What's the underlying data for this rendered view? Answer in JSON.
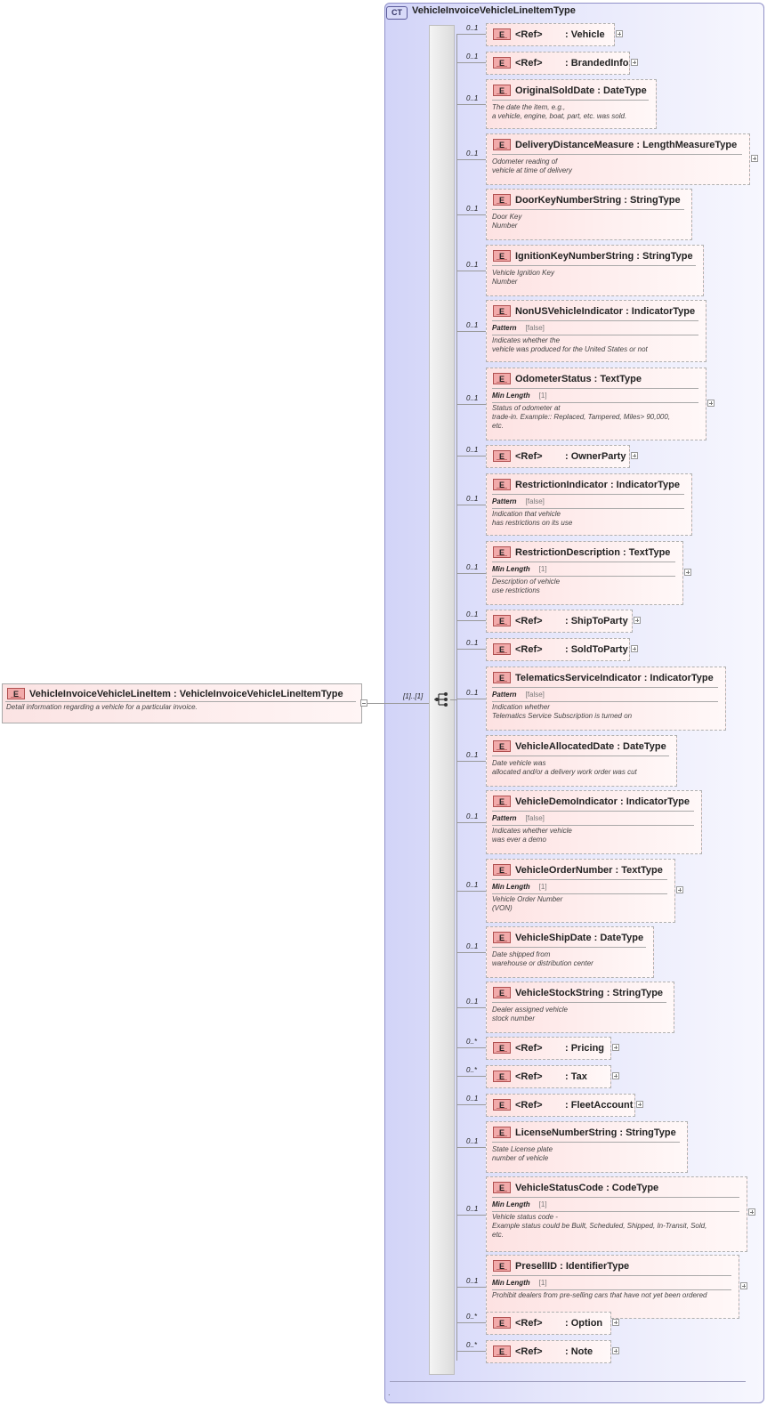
{
  "complex_type": {
    "badge": "CT",
    "name": "VehicleInvoiceVehicleLineItemType"
  },
  "root": {
    "badge": "E",
    "title": "VehicleInvoiceVehicleLineItem : VehicleInvoiceVehicleLineItemType",
    "doc": "Detail information regarding a vehicle for a particular invoice.",
    "multiplicity": "[1]..[1]"
  },
  "footer_dot": ".",
  "elements": [
    {
      "badge": "E",
      "kind": "ref",
      "ref": "<Ref>",
      "name": ": Vehicle",
      "mult": "0..1"
    },
    {
      "badge": "E",
      "kind": "ref",
      "ref": "<Ref>",
      "name": ": BrandedInfo",
      "mult": "0..1"
    },
    {
      "badge": "E",
      "kind": "elem",
      "name": "OriginalSoldDate : DateType",
      "doc": "The date the item, e.g.,\na vehicle, engine, boat, part, etc. was sold.",
      "mult": "0..1"
    },
    {
      "badge": "E",
      "kind": "elem",
      "name": "DeliveryDistanceMeasure : LengthMeasureType",
      "doc": "Odometer reading of\nvehicle at time of delivery",
      "mult": "0..1"
    },
    {
      "badge": "E",
      "kind": "elem",
      "name": "DoorKeyNumberString : StringType",
      "doc": "Door Key\nNumber",
      "mult": "0..1"
    },
    {
      "badge": "E",
      "kind": "elem",
      "name": "IgnitionKeyNumberString : StringType",
      "doc": "Vehicle Ignition Key\nNumber",
      "mult": "0..1"
    },
    {
      "badge": "E",
      "kind": "facet",
      "name": "NonUSVehicleIndicator : IndicatorType",
      "facet": "Pattern",
      "facet_value": "[false]",
      "doc": "Indicates whether the\nvehicle was produced for the United States or not",
      "mult": "0..1"
    },
    {
      "badge": "E",
      "kind": "facet",
      "name": "OdometerStatus : TextType",
      "facet": "Min Length",
      "facet_value": "[1]",
      "doc": "Status of odometer at\n    trade-in. Example:: Replaced, Tampered, Miles> 90,000,\netc.",
      "mult": "0..1"
    },
    {
      "badge": "E",
      "kind": "ref",
      "ref": "<Ref>",
      "name": ": OwnerParty",
      "mult": "0..1"
    },
    {
      "badge": "E",
      "kind": "facet",
      "name": "RestrictionIndicator : IndicatorType",
      "facet": "Pattern",
      "facet_value": "[false]",
      "doc": "Indication that vehicle\nhas restrictions on its use",
      "mult": "0..1"
    },
    {
      "badge": "E",
      "kind": "facet",
      "name": "RestrictionDescription : TextType",
      "facet": "Min Length",
      "facet_value": "[1]",
      "doc": "Description of vehicle\nuse restrictions",
      "mult": "0..1"
    },
    {
      "badge": "E",
      "kind": "ref",
      "ref": "<Ref>",
      "name": ": ShipToParty",
      "mult": "0..1"
    },
    {
      "badge": "E",
      "kind": "ref",
      "ref": "<Ref>",
      "name": ": SoldToParty",
      "mult": "0..1"
    },
    {
      "badge": "E",
      "kind": "facet",
      "name": "TelematicsServiceIndicator : IndicatorType",
      "facet": "Pattern",
      "facet_value": "[false]",
      "doc": "Indication whether\nTelematics Service Subscription is turned on",
      "mult": "0..1"
    },
    {
      "badge": "E",
      "kind": "elem",
      "name": "VehicleAllocatedDate : DateType",
      "doc": "Date vehicle was\nallocated and/or a delivery work order was cut",
      "mult": "0..1"
    },
    {
      "badge": "E",
      "kind": "facet",
      "name": "VehicleDemoIndicator : IndicatorType",
      "facet": "Pattern",
      "facet_value": "[false]",
      "doc": "Indicates whether vehicle\nwas ever a demo",
      "mult": "0..1"
    },
    {
      "badge": "E",
      "kind": "facet",
      "name": "VehicleOrderNumber : TextType",
      "facet": "Min Length",
      "facet_value": "[1]",
      "doc": "Vehicle Order Number\n(VON)",
      "mult": "0..1"
    },
    {
      "badge": "E",
      "kind": "elem",
      "name": "VehicleShipDate : DateType",
      "doc": "Date shipped from\nwarehouse or distribution center",
      "mult": "0..1"
    },
    {
      "badge": "E",
      "kind": "elem",
      "name": "VehicleStockString : StringType",
      "doc": "Dealer assigned vehicle\nstock number",
      "mult": "0..1"
    },
    {
      "badge": "E",
      "kind": "ref",
      "ref": "<Ref>",
      "name": ": Pricing",
      "mult": "0..*"
    },
    {
      "badge": "E",
      "kind": "ref",
      "ref": "<Ref>",
      "name": ": Tax",
      "mult": "0..*"
    },
    {
      "badge": "E",
      "kind": "ref",
      "ref": "<Ref>",
      "name": ": FleetAccount",
      "mult": "0..1"
    },
    {
      "badge": "E",
      "kind": "elem",
      "name": "LicenseNumberString : StringType",
      "doc": "State License plate\nnumber of vehicle",
      "mult": "0..1"
    },
    {
      "badge": "E",
      "kind": "facet",
      "name": "VehicleStatusCode : CodeType",
      "facet": "Min Length",
      "facet_value": "[1]",
      "doc": "Vehicle status code -\n    Example status could be Built, Scheduled, Shipped, In-Transit, Sold,\netc.",
      "mult": "0..1"
    },
    {
      "badge": "E",
      "kind": "facet",
      "name": "PresellID : IdentifierType",
      "facet": "Min Length",
      "facet_value": "[1]",
      "doc": "Prohibit dealers from pre-selling cars that have not yet been ordered",
      "mult": "0..1"
    },
    {
      "badge": "E",
      "kind": "ref",
      "ref": "<Ref>",
      "name": ": Option",
      "mult": "0..*"
    },
    {
      "badge": "E",
      "kind": "ref",
      "ref": "<Ref>",
      "name": ": Note",
      "mult": "0..*"
    }
  ]
}
